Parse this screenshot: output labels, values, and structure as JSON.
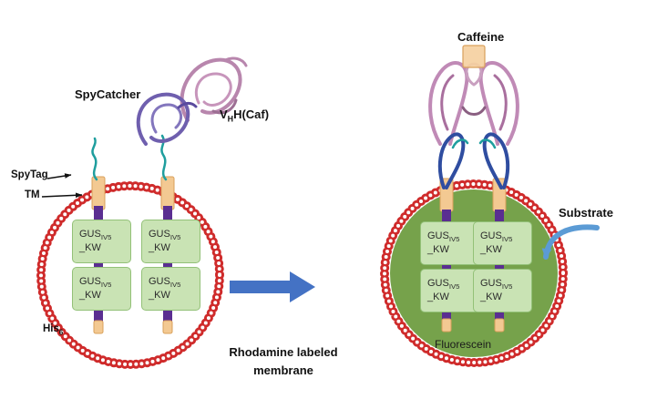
{
  "labels": {
    "spycatcher": "SpyCatcher",
    "vhh_v": "V",
    "vhh_h": "H",
    "vhh_caf": "H(Caf)",
    "spytag": "SpyTag",
    "tm": "TM",
    "his": "His",
    "his_sub": "6",
    "caffeine": "Caffeine",
    "substrate": "Substrate",
    "fluorescein": "Fluorescein",
    "rhodamine_membrane": "Rhodamine labeled membrane"
  },
  "gus": {
    "name": "GUS",
    "sub": "IV5",
    "kw": "_KW"
  },
  "colors": {
    "membrane_red": "#cf2b2b",
    "vesicle_green_fill": "#76a24b",
    "gus_box_green": "#c9e3b4",
    "anchor_bar_purple": "#5a2e91",
    "tm_segment_tan": "#f3c992",
    "transition_arrow_blue": "#4472c4",
    "substrate_arrow_blue": "#5b9bd5",
    "spytag_teal": "#1f9e9e",
    "ribbon_pink": "#c08ab6",
    "ribbon_purple": "#6f5fae",
    "ribbon_blue": "#2f4da0"
  }
}
